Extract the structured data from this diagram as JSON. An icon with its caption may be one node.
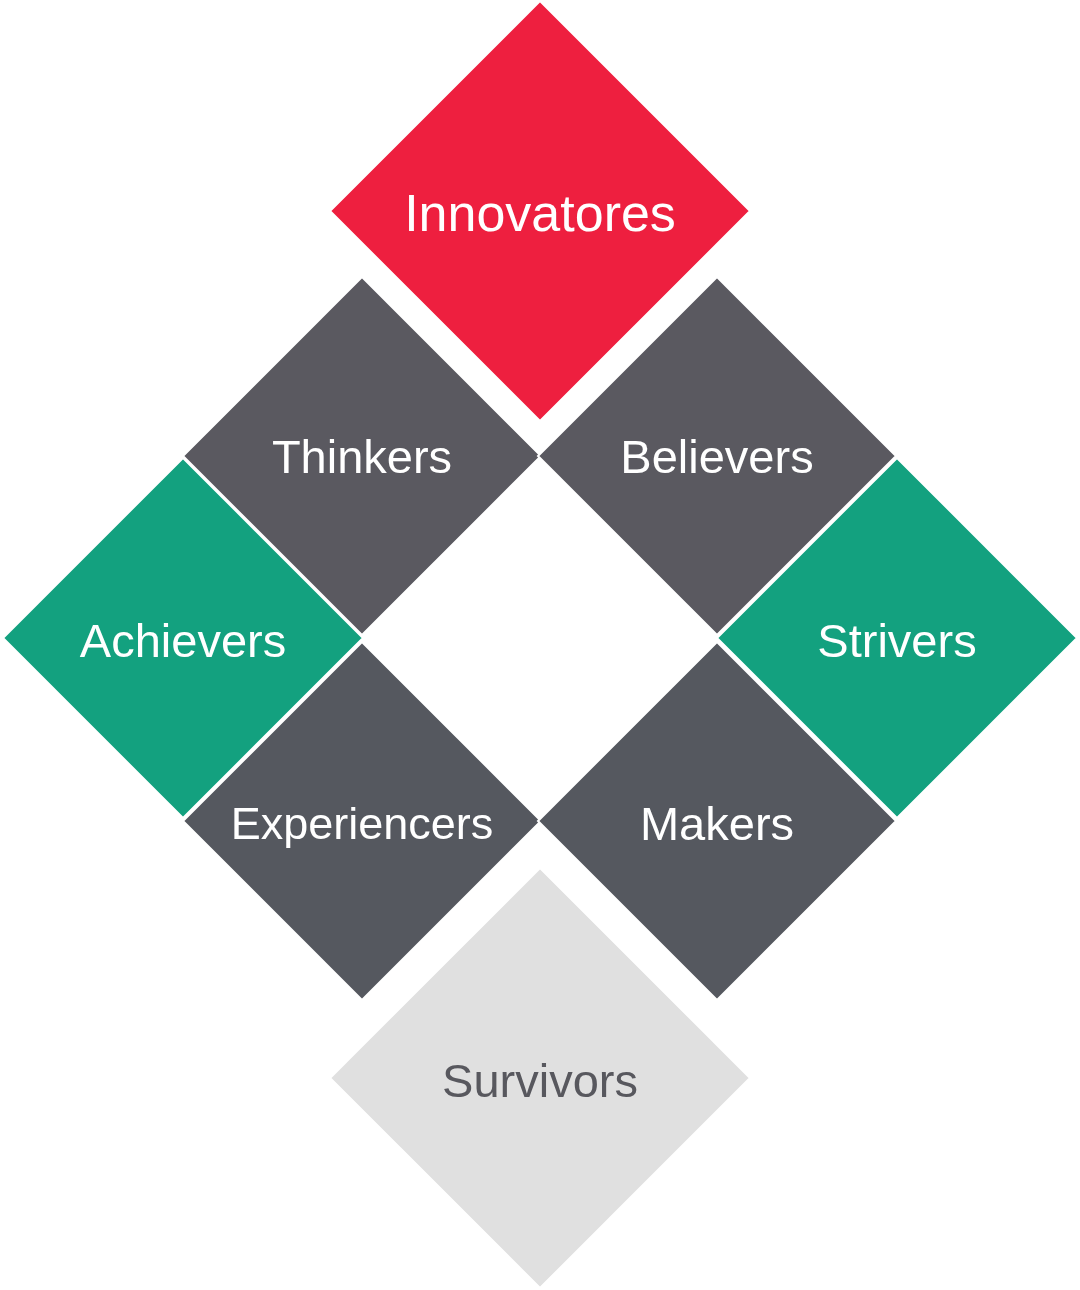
{
  "diagram": {
    "nodes": [
      {
        "text": [
          "Innovatores"
        ]
      },
      {
        "text": [
          "Thinkers"
        ]
      },
      {
        "text": [
          "Believers"
        ]
      },
      {
        "text": [
          "Achievers"
        ]
      },
      {
        "text": [
          "Strivers"
        ]
      },
      {
        "text": [
          "Experiencers"
        ]
      },
      {
        "text": [
          "Makers"
        ]
      },
      {
        "text": [
          "Survivors"
        ]
      }
    ]
  }
}
